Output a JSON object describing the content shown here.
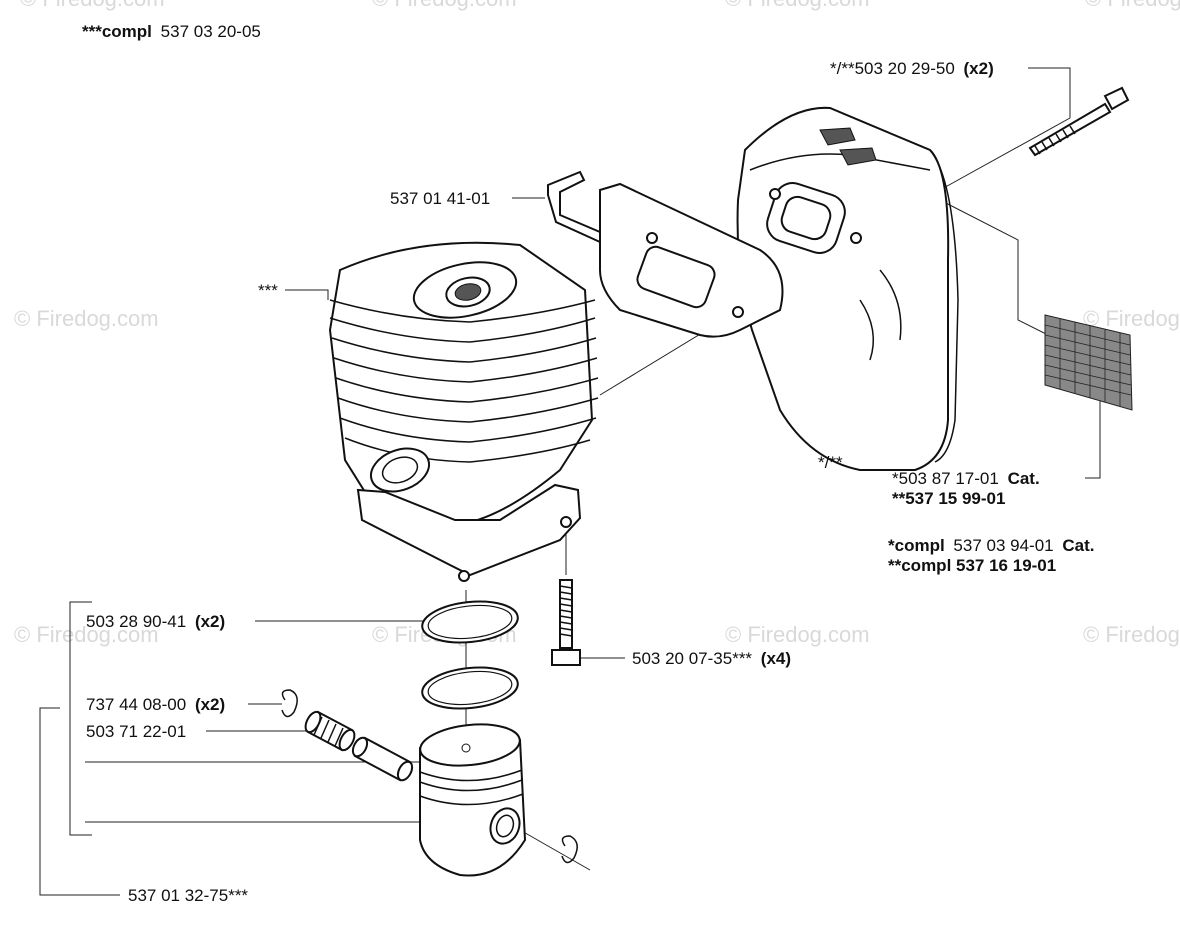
{
  "watermark": {
    "text": "© Firedog.com"
  },
  "assembly_note": {
    "prefix": "***compl",
    "number": "537 03 20-05"
  },
  "callouts": {
    "bolt_top": {
      "number": "*/**503 20 29-50",
      "qty": "(x2)"
    },
    "bracket": {
      "number": "537 01 41-01"
    },
    "cylinder": {
      "number": "***"
    },
    "muffler": {
      "number": "*/**"
    },
    "screen": {
      "line1_number": "*503 87 17-01",
      "line1_suffix": "Cat.",
      "line2": "**537 15 99-01"
    },
    "muffler_compl": {
      "line1_prefix": "*compl",
      "line1_number": "537 03 94-01",
      "line1_suffix": "Cat.",
      "line2": "**compl 537 16 19-01"
    },
    "rings": {
      "number": "503 28 90-41",
      "qty": "(x2)"
    },
    "screw": {
      "number": "503 20 07-35***",
      "qty": "(x4)"
    },
    "circlip": {
      "number": "737 44 08-00",
      "qty": "(x2)"
    },
    "bearing": {
      "number": "503 71 22-01"
    },
    "piston_kit": {
      "number": "537 01 32-75***"
    }
  }
}
